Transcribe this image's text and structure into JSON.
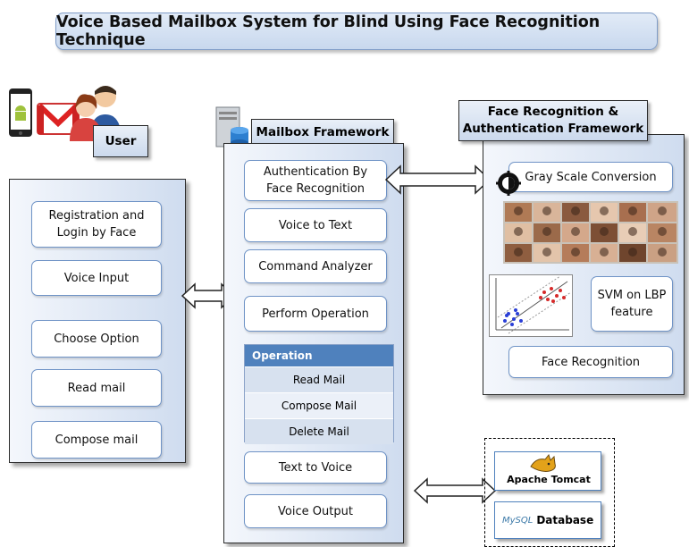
{
  "title": "Voice Based Mailbox System for Blind Using Face Recognition Technique",
  "user": {
    "label": "User"
  },
  "user_actions": [
    "Registration and\nLogin by Face",
    "Voice Input",
    "Choose Option",
    "Read mail",
    "Compose mail"
  ],
  "mailbox": {
    "title": "Mailbox Framework",
    "steps_top": [
      "Authentication By\nFace Recognition",
      "Voice to Text",
      "Command Analyzer",
      "Perform Operation"
    ],
    "operation": {
      "header": "Operation",
      "items": [
        "Read Mail",
        "Compose Mail",
        "Delete Mail"
      ]
    },
    "steps_bottom": [
      "Text to Voice",
      "Voice Output"
    ]
  },
  "face_framework": {
    "title": "Face Recognition &\nAuthentication Framework",
    "gray_scale": "Gray Scale Conversion",
    "svm": "SVM on LBP\nfeature",
    "recognition": "Face Recognition"
  },
  "backend": {
    "tomcat": "Apache Tomcat",
    "mysql_logo": "MySQL",
    "database": "Database"
  },
  "colors": {
    "box_border": "#6f93c6",
    "operation_header": "#4f81bd",
    "panel_gradient_end": "#cfdcef"
  }
}
